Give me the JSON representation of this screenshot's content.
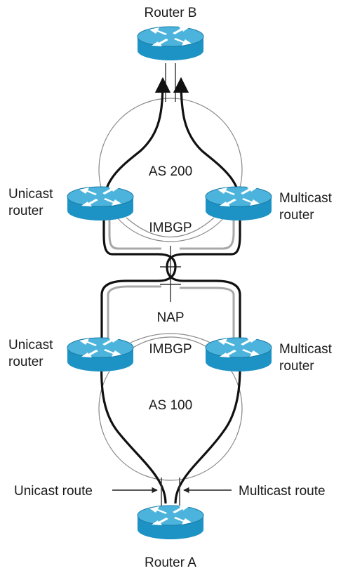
{
  "labels": {
    "router_b": "Router B",
    "router_a": "Router A",
    "as200": "AS 200",
    "as100": "AS 100",
    "imbgp_top": "IMBGP",
    "imbgp_bottom": "IMBGP",
    "nap": "NAP",
    "unicast_router_top": [
      "Unicast",
      "router"
    ],
    "multicast_router_top": [
      "Multicast",
      "router"
    ],
    "unicast_router_bottom": [
      "Unicast",
      "router"
    ],
    "multicast_router_bottom": [
      "Multicast",
      "router"
    ],
    "unicast_route": "Unicast route",
    "multicast_route": "Multicast route"
  },
  "colors": {
    "router_body": "#1d92c4",
    "router_top": "#4cb4dc",
    "router_arrows": "#ffffff",
    "link_thick": "#111111",
    "link_gray": "#a8a8a8",
    "link_thin": "#8a8a8a"
  }
}
